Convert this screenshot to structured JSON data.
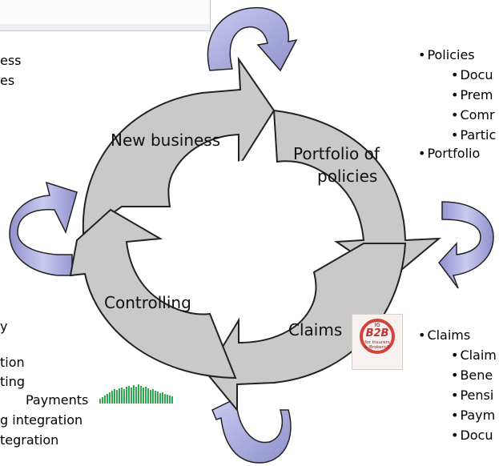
{
  "cycle": {
    "segments": [
      "New business",
      "Portfolio of",
      "policies",
      "Claims",
      "Controlling"
    ]
  },
  "top_left_fragment": {
    "lines": [
      "ess",
      "es"
    ]
  },
  "policies_list": {
    "items": [
      {
        "text": "Policies",
        "level": 1
      },
      {
        "text": "Docu",
        "level": 2
      },
      {
        "text": "Prem",
        "level": 2
      },
      {
        "text": "Comr",
        "level": 2
      },
      {
        "text": "Partic",
        "level": 2
      },
      {
        "text": "Portfolio",
        "level": 1
      }
    ]
  },
  "claims_list": {
    "items": [
      {
        "text": "Claims",
        "level": 1
      },
      {
        "text": "Claim",
        "level": 2
      },
      {
        "text": "Bene",
        "level": 2
      },
      {
        "text": "Pensi",
        "level": 2
      },
      {
        "text": "Paym",
        "level": 2
      },
      {
        "text": "Docu",
        "level": 2
      }
    ]
  },
  "controlling_list": {
    "lines": [
      "y",
      "tion",
      "ting",
      "Payments",
      "g integration",
      "tegration"
    ]
  },
  "logo": {
    "ig": "IG",
    "b2b": "B2B",
    "tagline_1": "for Insurers",
    "tagline_2": "+ Brokers®"
  },
  "colors": {
    "ring_fill": "#c9c9c9",
    "ring_stroke": "#222222",
    "arrow_fill": "#b7b8e6",
    "arrow_shade": "#8d8fc9",
    "chart_green": "#2fa84f"
  }
}
